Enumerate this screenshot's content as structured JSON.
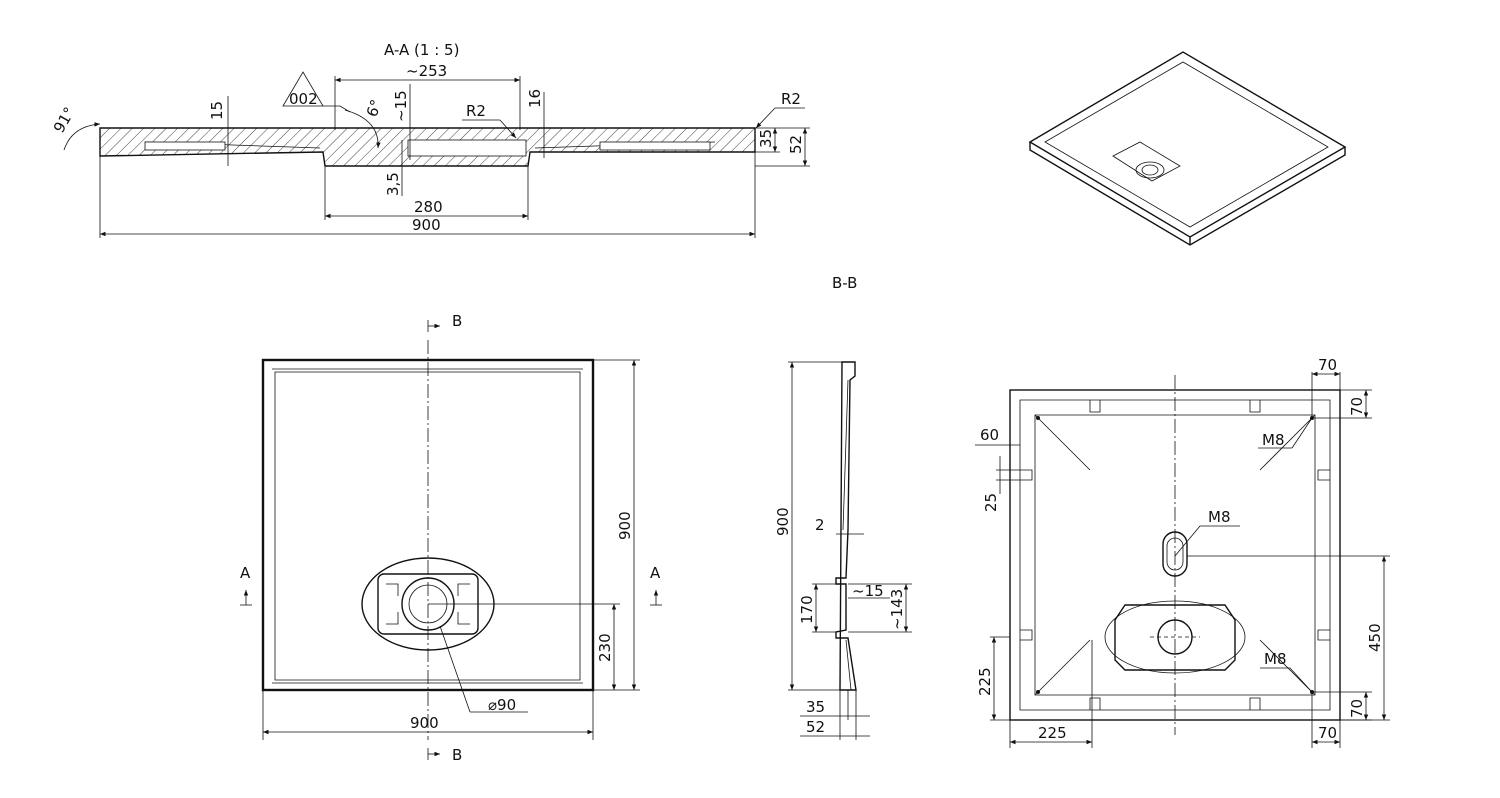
{
  "section_a": {
    "title": "A-A  (1 : 5)",
    "dim_253": "~253",
    "dim_15_left": "15",
    "roughness": "002",
    "angle_small": "6°",
    "dim_15_mid": "~15",
    "radius_left": "R2",
    "dim_16": "16",
    "radius_right": "R2",
    "angle_91": "91°",
    "dim_35": "35",
    "dim_52": "52",
    "dim_3_5": "3,5",
    "dim_280": "280",
    "dim_900": "900"
  },
  "section_b": {
    "title": "B-B",
    "dim_900": "900",
    "dim_2": "2",
    "dim_170": "170",
    "dim_15": "~15",
    "dim_143": "~143",
    "dim_35": "35",
    "dim_52": "52"
  },
  "top_view": {
    "marker_b": "B",
    "marker_a": "A",
    "dim_900_width": "900",
    "dim_900_height": "900",
    "dim_230": "230",
    "dim_diameter": "⌀90"
  },
  "bottom_view": {
    "dim_70_top": "70",
    "dim_70_right_top": "70",
    "dim_60": "60",
    "label_m8_top": "M8",
    "dim_25": "25",
    "label_m8_center": "M8",
    "dim_450": "450",
    "label_m8_bottom": "M8",
    "dim_225_vert": "225",
    "dim_70_right_bottom": "70",
    "dim_225_horiz": "225",
    "dim_70_bottom": "70"
  }
}
